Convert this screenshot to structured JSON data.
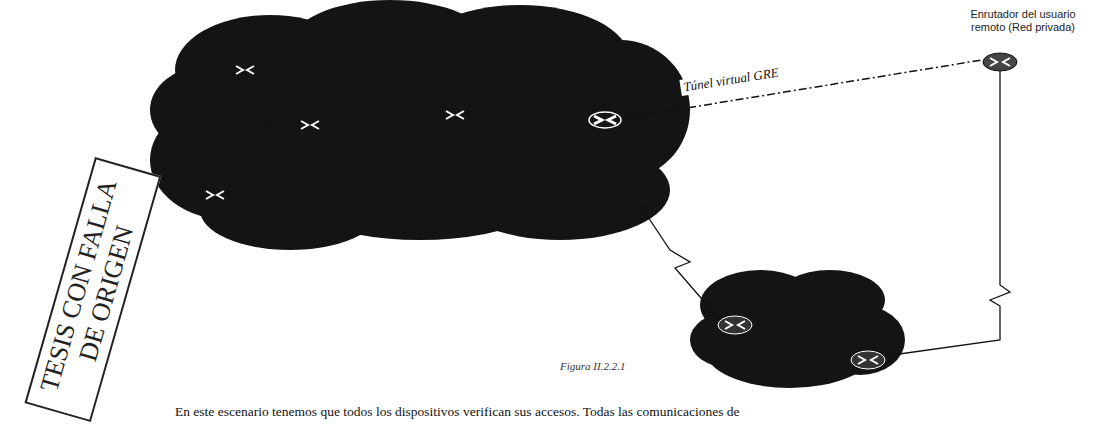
{
  "diagram": {
    "caption": "Figura II.2.2.1",
    "nodes": [
      {
        "text": [
          "Enrutador del usuario remoto (Red privada)"
        ]
      },
      {
        "text": [
          "TESIS CON FALLA DE ORIGEN"
        ]
      }
    ],
    "labels": [
      "Túnel virtual GRE",
      "En este escenario tenemos que todos los dispositivos verifican sus accesos. Todas las comunicaciones de"
    ]
  }
}
